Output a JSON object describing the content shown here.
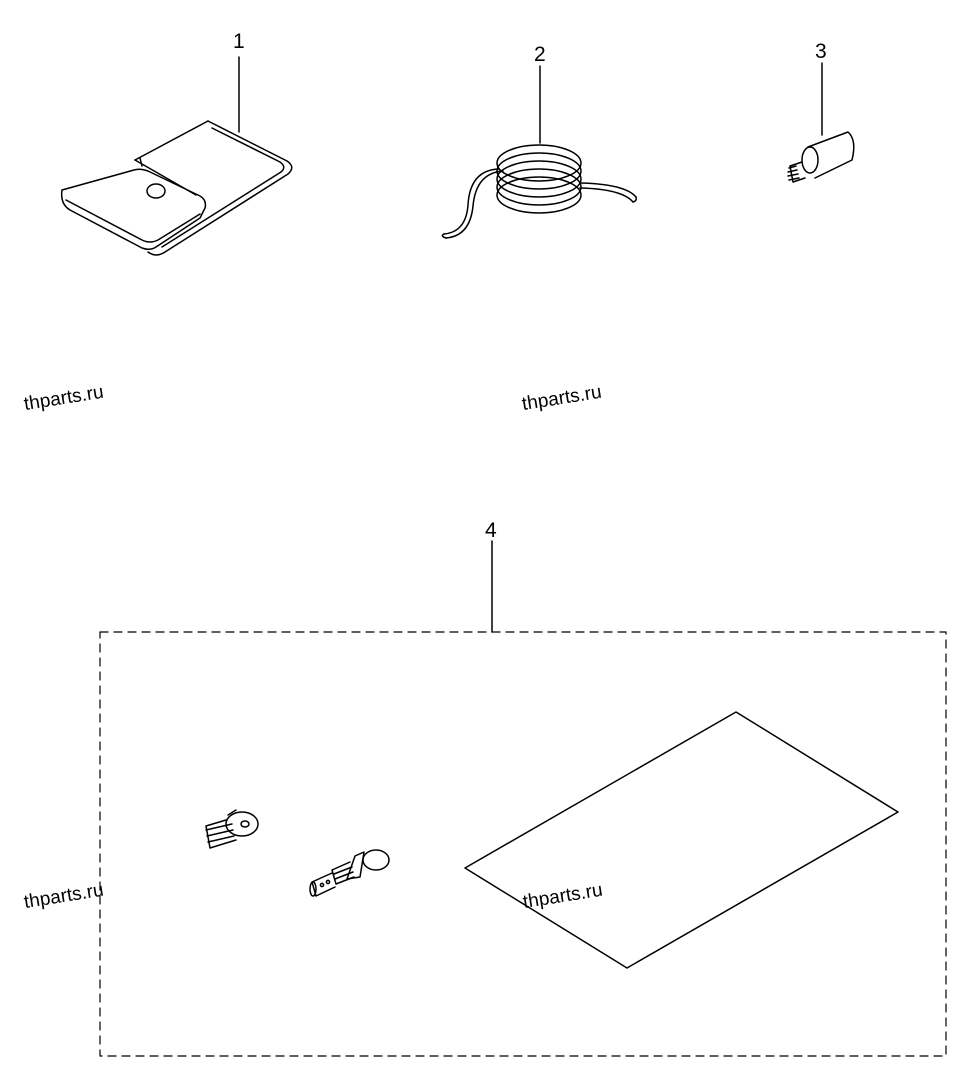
{
  "callouts": {
    "part1": "1",
    "part2": "2",
    "part3": "3",
    "part4": "4"
  },
  "watermarks": [
    "thparts.ru",
    "thparts.ru",
    "thparts.ru",
    "thparts.ru"
  ],
  "colors": {
    "line": "#000000",
    "background": "#ffffff"
  },
  "parts": [
    {
      "callout": "1",
      "icon": "pouch-icon"
    },
    {
      "callout": "2",
      "icon": "coiled-wire-icon"
    },
    {
      "callout": "3",
      "icon": "threaded-pin-icon"
    },
    {
      "callout": "4",
      "icon": "kit-group",
      "contents": [
        "jet-icon",
        "needle-jet-icon",
        "sheet-icon"
      ]
    }
  ]
}
